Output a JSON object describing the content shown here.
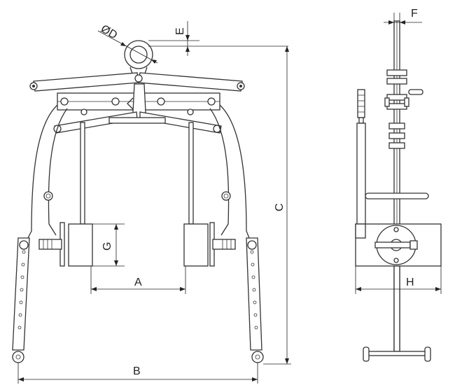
{
  "dimensions": {
    "a": "A",
    "b": "B",
    "c": "C",
    "d": "ØD",
    "e": "E",
    "f": "F",
    "g": "G",
    "h": "H"
  }
}
